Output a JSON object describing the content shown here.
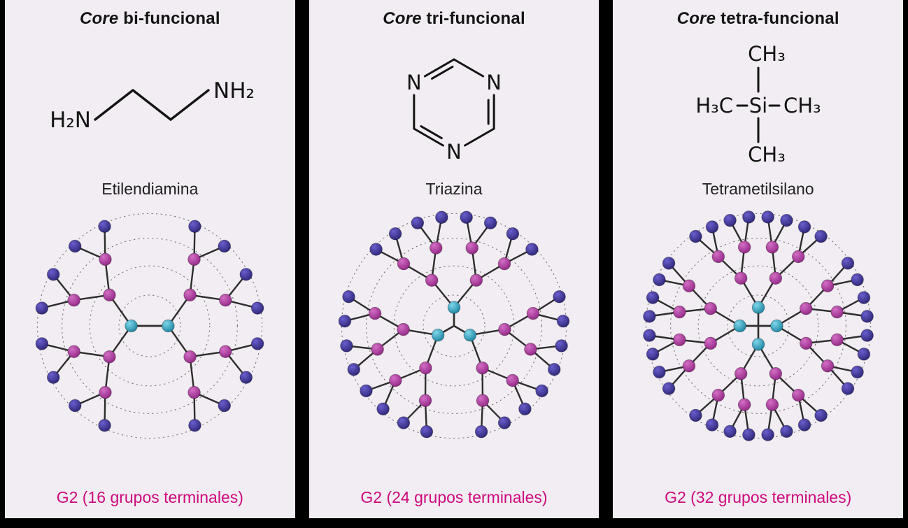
{
  "colors": {
    "page_bg": "#000000",
    "panel_bg": "#f2edf2",
    "ink": "#141414",
    "name_ink": "#222222",
    "caption": "#cc0a7e"
  },
  "diagram": {
    "ring_color": "#777777",
    "bond_color": "#2e2e2e",
    "rings": [
      40,
      78,
      114,
      146
    ],
    "node_radii": [
      24,
      66,
      104,
      142
    ],
    "node_size": 8,
    "colors": {
      "core_light": "#7fd6ea",
      "core_dark": "#167f9d",
      "inner_light": "#d36ec4",
      "inner_dark": "#8e2383",
      "terminal_light": "#6a5ecd",
      "terminal_dark": "#2a2372"
    }
  },
  "panels": [
    {
      "title_core": "Core",
      "title_rest": " bi-funcional",
      "molecule_name": "Etilendiamina",
      "caption": "G2 (16 grupos terminales)",
      "molecule": {
        "type": "ethylenediamine",
        "labels": {
          "left": "H₂N",
          "right": "NH₂"
        }
      },
      "dendrimer": {
        "branches": 2,
        "generations": 3,
        "branching_factor": 2,
        "terminals": 16,
        "spread_deg": 150,
        "offset_deg": 0
      }
    },
    {
      "title_core": "Core",
      "title_rest": " tri-funcional",
      "molecule_name": "Triazina",
      "caption": "G2 (24 grupos terminales)",
      "molecule": {
        "type": "triazine",
        "labels": {
          "nitrogen": "N"
        }
      },
      "dendrimer": {
        "branches": 3,
        "generations": 3,
        "branching_factor": 2,
        "terminals": 24,
        "spread_deg": 104,
        "offset_deg": 90
      }
    },
    {
      "title_core": "Core",
      "title_rest": " tetra-funcional",
      "molecule_name": "Tetrametilsilano",
      "caption": "G2 (32 grupos terminales)",
      "molecule": {
        "type": "tetramethylsilane",
        "labels": {
          "top": "CH₃",
          "left": "H₃C",
          "center": "Si",
          "right": "CH₃",
          "bottom": "CH₃"
        }
      },
      "dendrimer": {
        "branches": 4,
        "generations": 3,
        "branching_factor": 2,
        "terminals": 32,
        "spread_deg": 80,
        "offset_deg": 0
      }
    }
  ]
}
